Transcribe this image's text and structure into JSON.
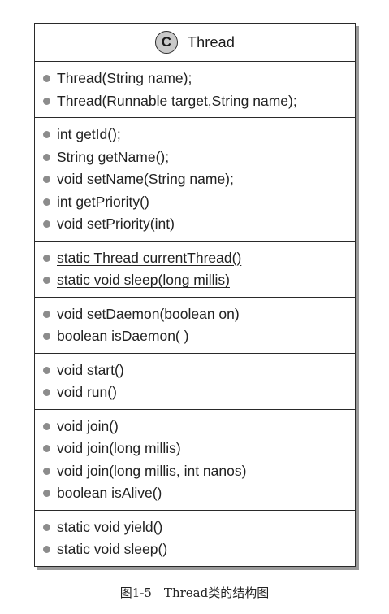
{
  "diagram": {
    "stereotype": "C",
    "class_name": "Thread",
    "sections": [
      {
        "members": [
          {
            "text": "Thread(String name);",
            "underline": false
          },
          {
            "text": "Thread(Runnable target,String name);",
            "underline": false
          }
        ]
      },
      {
        "members": [
          {
            "text": "int getId();",
            "underline": false
          },
          {
            "text": "String getName();",
            "underline": false
          },
          {
            "text": "void setName(String name);",
            "underline": false
          },
          {
            "text": "int getPriority()",
            "underline": false
          },
          {
            "text": "void setPriority(int)",
            "underline": false
          }
        ]
      },
      {
        "members": [
          {
            "text": "static Thread currentThread()",
            "underline": true
          },
          {
            "text": "static void sleep(long millis)",
            "underline": true
          }
        ]
      },
      {
        "members": [
          {
            "text": "void setDaemon(boolean on)",
            "underline": false
          },
          {
            "text": "boolean isDaemon( )",
            "underline": false
          }
        ]
      },
      {
        "members": [
          {
            "text": "void start()",
            "underline": false
          },
          {
            "text": "void run()",
            "underline": false
          }
        ]
      },
      {
        "members": [
          {
            "text": "void join()",
            "underline": false
          },
          {
            "text": "void join(long millis)",
            "underline": false
          },
          {
            "text": "void join(long millis, int nanos)",
            "underline": false
          },
          {
            "text": "boolean isAlive()",
            "underline": false
          }
        ]
      },
      {
        "members": [
          {
            "text": "static void yield()",
            "underline": false
          },
          {
            "text": "static void sleep()",
            "underline": false
          }
        ]
      }
    ]
  },
  "caption": "图1-5　Thread类的结构图"
}
